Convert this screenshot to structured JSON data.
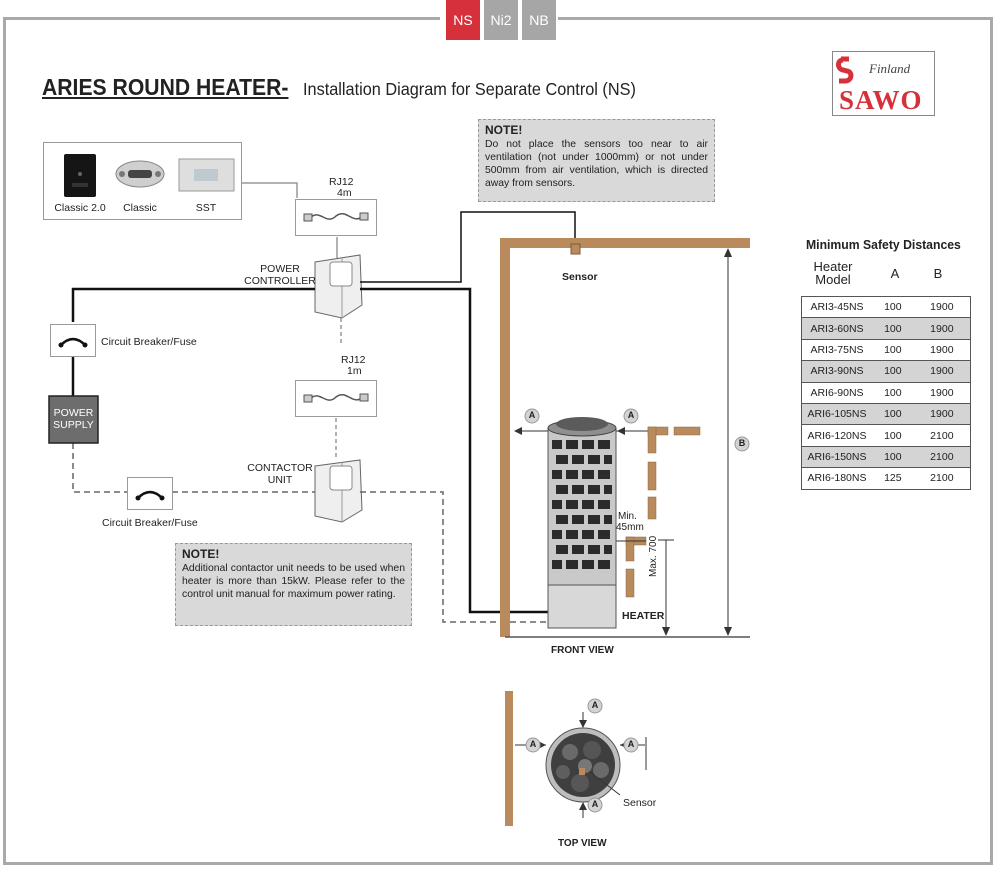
{
  "tabs": [
    {
      "label": "NS",
      "color": "#d6313a"
    },
    {
      "label": "Ni2",
      "color": "#a6a6a6"
    },
    {
      "label": "NB",
      "color": "#a6a6a6"
    }
  ],
  "title": "ARIES ROUND HEATER-",
  "subtitle": "Installation Diagram for Separate Control (NS)",
  "logo": {
    "script": "Finland",
    "brand": "SAWO"
  },
  "devices": [
    "Classic 2.0",
    "Classic",
    "SST"
  ],
  "labels": {
    "rj12_top": "RJ12",
    "rj12_top_len": "4m",
    "power_controller_1": "POWER",
    "power_controller_2": "CONTROLLER",
    "circuit_breaker_top": "Circuit Breaker/Fuse",
    "power_supply_1": "POWER",
    "power_supply_2": "SUPPLY",
    "rj12_mid": "RJ12",
    "rj12_mid_len": "1m",
    "contactor_1": "CONTACTOR",
    "contactor_2": "UNIT",
    "circuit_breaker_bottom": "Circuit Breaker/Fuse",
    "sensor_front": "Sensor",
    "heater": "HEATER",
    "front_view": "FRONT VIEW",
    "top_view": "TOP VIEW",
    "sensor_top": "Sensor",
    "min_45": "Min.",
    "min_45_val": "45mm",
    "max_700": "Max. 700",
    "dim_a": "A",
    "dim_b": "B"
  },
  "note_top": {
    "heading": "NOTE!",
    "body": "Do not place the sensors too near to air ventilation (not under 1000mm) or not under 500mm from air ventilation, which is directed away from sensors."
  },
  "note_bottom": {
    "heading": "NOTE!",
    "body": "Additional contactor unit needs to be used when heater is more than 15kW. Please refer to the control unit manual for maximum power rating."
  },
  "safety": {
    "title": "Minimum Safety Distances",
    "col_model_1": "Heater",
    "col_model_2": "Model",
    "col_a": "A",
    "col_b": "B",
    "rows": [
      {
        "model": "ARI3-45NS",
        "a": "100",
        "b": "1900"
      },
      {
        "model": "ARI3-60NS",
        "a": "100",
        "b": "1900"
      },
      {
        "model": "ARI3-75NS",
        "a": "100",
        "b": "1900"
      },
      {
        "model": "ARI3-90NS",
        "a": "100",
        "b": "1900"
      },
      {
        "model": "ARI6-90NS",
        "a": "100",
        "b": "1900"
      },
      {
        "model": "ARI6-105NS",
        "a": "100",
        "b": "1900"
      },
      {
        "model": "ARI6-120NS",
        "a": "100",
        "b": "2100"
      },
      {
        "model": "ARI6-150NS",
        "a": "100",
        "b": "2100"
      },
      {
        "model": "ARI6-180NS",
        "a": "125",
        "b": "2100"
      }
    ]
  },
  "colors": {
    "wood": "#b98b5c",
    "frame": "#a9a9a9",
    "accent": "#d6313a",
    "power_supply": "#6d6d6d"
  }
}
